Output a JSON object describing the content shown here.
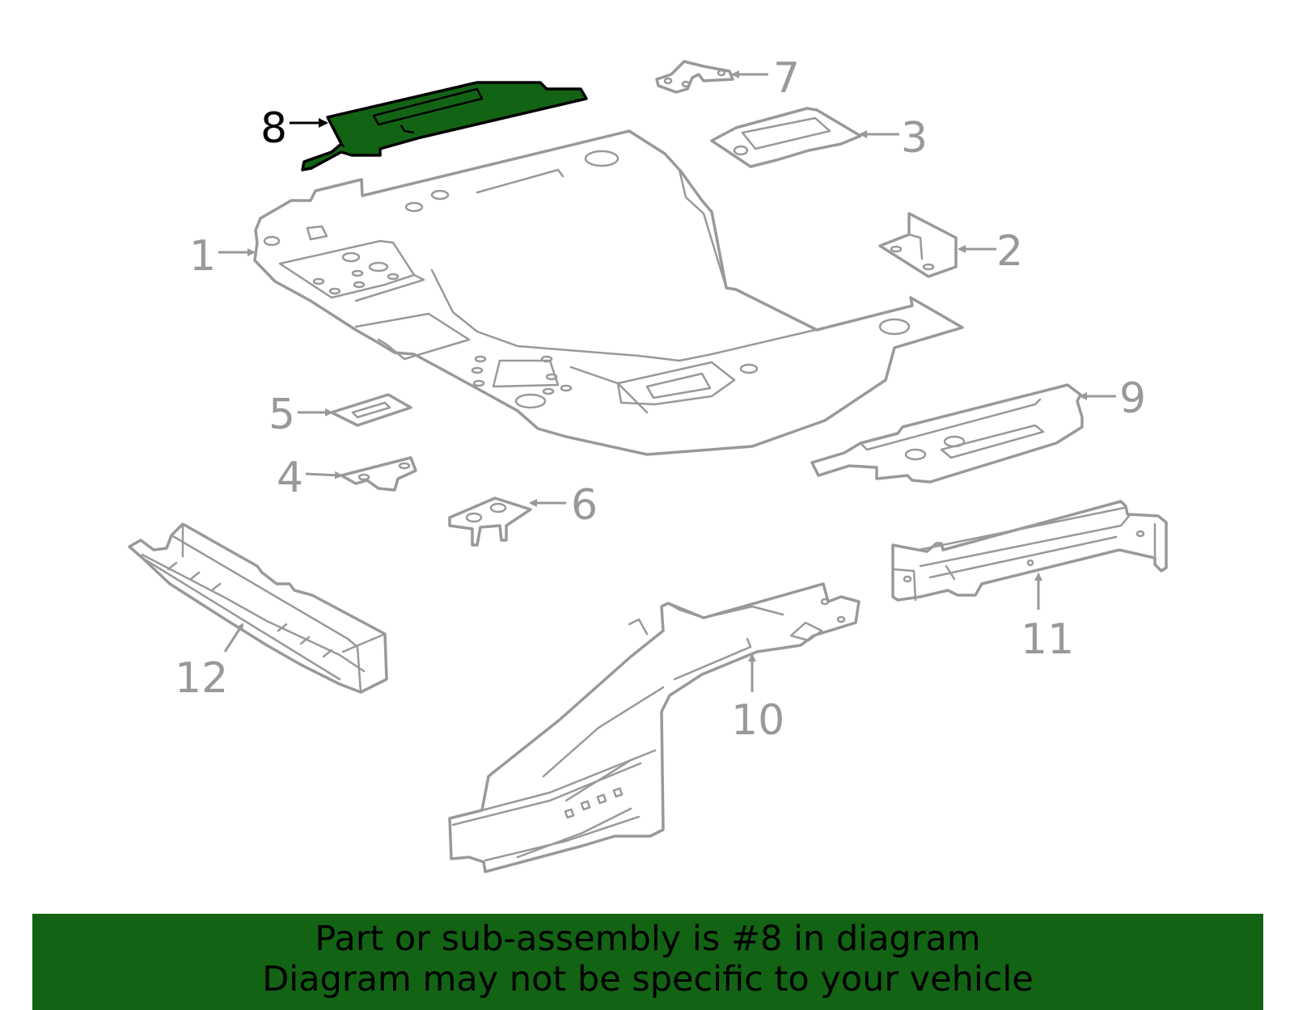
{
  "diagram": {
    "highlight_color": "#136314",
    "line_color": "#999999",
    "callouts": [
      {
        "id": "1",
        "label": "1"
      },
      {
        "id": "2",
        "label": "2"
      },
      {
        "id": "3",
        "label": "3"
      },
      {
        "id": "4",
        "label": "4"
      },
      {
        "id": "5",
        "label": "5"
      },
      {
        "id": "6",
        "label": "6"
      },
      {
        "id": "7",
        "label": "7"
      },
      {
        "id": "8",
        "label": "8",
        "highlighted": true
      },
      {
        "id": "9",
        "label": "9"
      },
      {
        "id": "10",
        "label": "10"
      },
      {
        "id": "11",
        "label": "11"
      },
      {
        "id": "12",
        "label": "12"
      }
    ]
  },
  "banner": {
    "line1": "Part or sub-assembly is #8 in diagram",
    "line2": "Diagram may not be specific to your vehicle"
  }
}
